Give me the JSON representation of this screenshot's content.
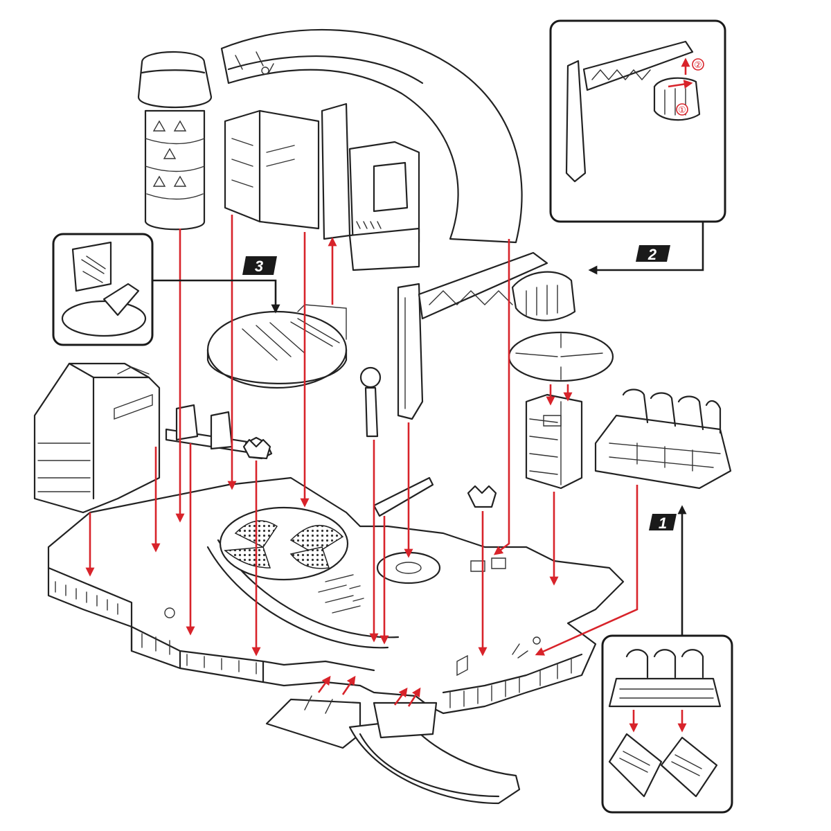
{
  "diagram": {
    "steps": [
      {
        "label": "1"
      },
      {
        "label": "2"
      },
      {
        "label": "3"
      }
    ],
    "inset_sub_steps": [
      {
        "label": "①"
      },
      {
        "label": "②"
      }
    ],
    "colors": {
      "assembly_arrow": "#d8232a",
      "callout_arrow": "#1a1a1a",
      "line_art": "#222222",
      "background": "#ffffff"
    }
  }
}
